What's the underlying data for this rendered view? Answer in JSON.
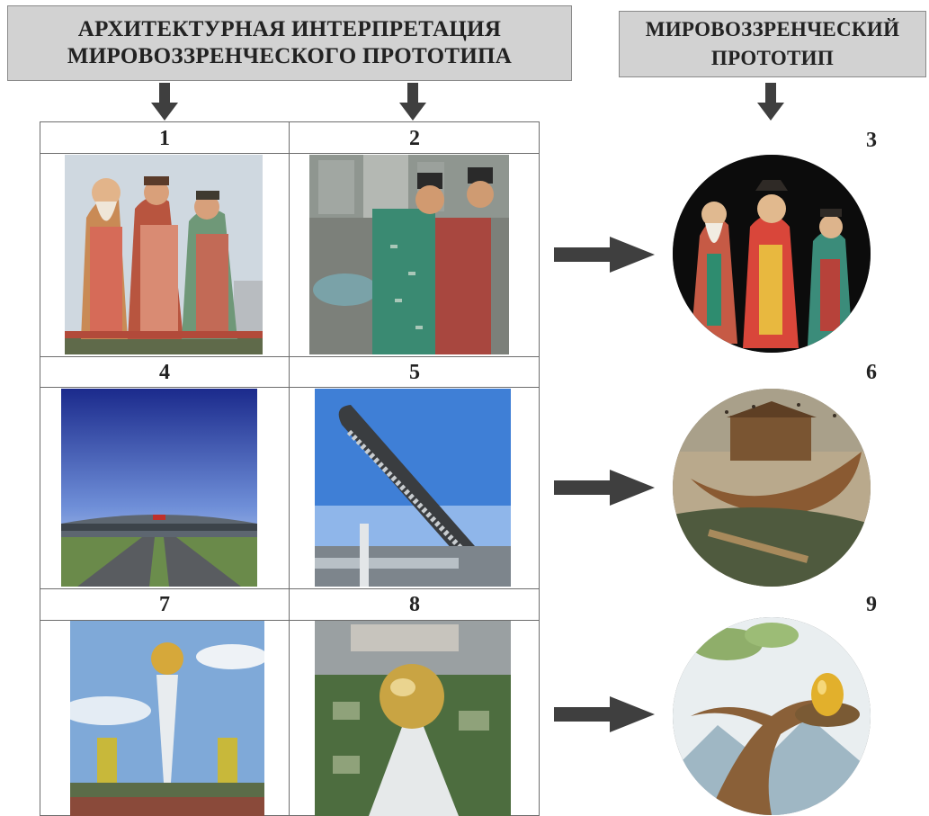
{
  "header_left": {
    "line1": "АРХИТЕКТУРНАЯ ИНТЕРПРЕТАЦИЯ",
    "line2": "МИРОВОЗЗРЕНЧЕСКОГО ПРОТОТИПА"
  },
  "header_right": {
    "line1": "МИРОВОЗЗРЕНЧЕСКИЙ",
    "line2": "ПРОТОТИП"
  },
  "numbers": [
    "1",
    "2",
    "3",
    "4",
    "5",
    "6",
    "7",
    "8",
    "9"
  ],
  "colors": {
    "header_fill": "#d2d2d2",
    "arrow": "#3f3f3f",
    "grid_line": "#6d6d6d"
  }
}
